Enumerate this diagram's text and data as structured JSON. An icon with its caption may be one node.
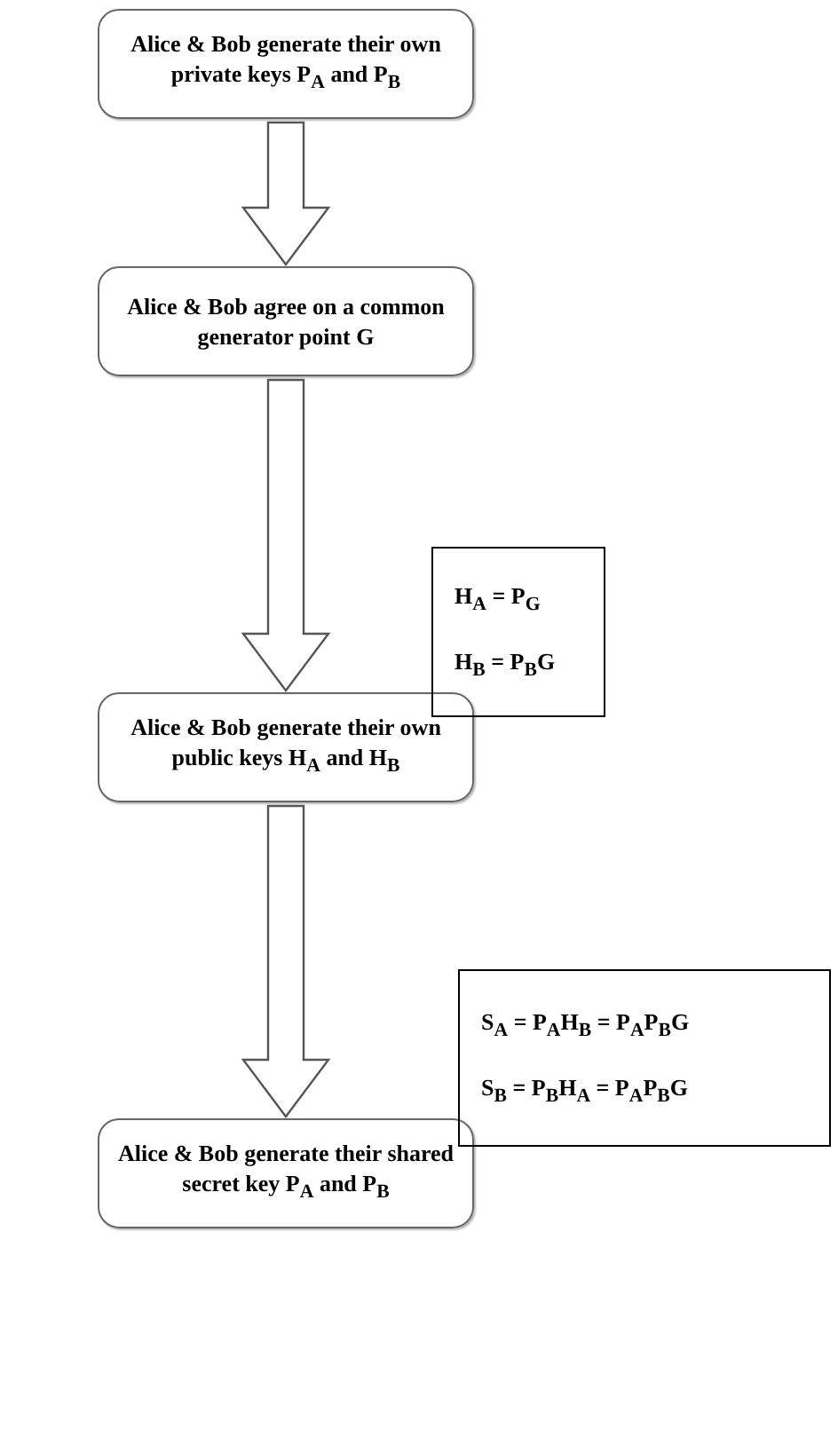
{
  "diagram": {
    "nodes": [
      {
        "text": [
          "Alice & Bob generate their own private keys P$_{A}$ and P$_{B}$"
        ]
      },
      {
        "text": [
          "Alice & Bob agree on a common generator point G"
        ]
      },
      {
        "text": [
          "Alice & Bob generate their own public keys H$_{A}$ and H$_{B}$"
        ]
      },
      {
        "text": [
          "Alice & Bob generate their shared secret key P$_{A}$ and P$_{B}$"
        ]
      },
      {
        "text": [
          "H$_{A}$ = P$_{G}$",
          "H$_{B}$ = P$_{B}$G"
        ]
      },
      {
        "text": [
          "S$_{A}$ = P$_{A}$H$_{B}$ = P$_{A}$P$_{B}$G",
          "S$_{B}$ = P$_{B}$H$_{A}$ = P$_{A}$P$_{B}$G"
        ]
      }
    ],
    "edges": [
      {
        "from": 0,
        "to": 1,
        "arrow": "to"
      },
      {
        "from": 1,
        "to": 2,
        "arrow": "to"
      },
      {
        "from": 2,
        "to": 3,
        "arrow": "to"
      }
    ]
  }
}
